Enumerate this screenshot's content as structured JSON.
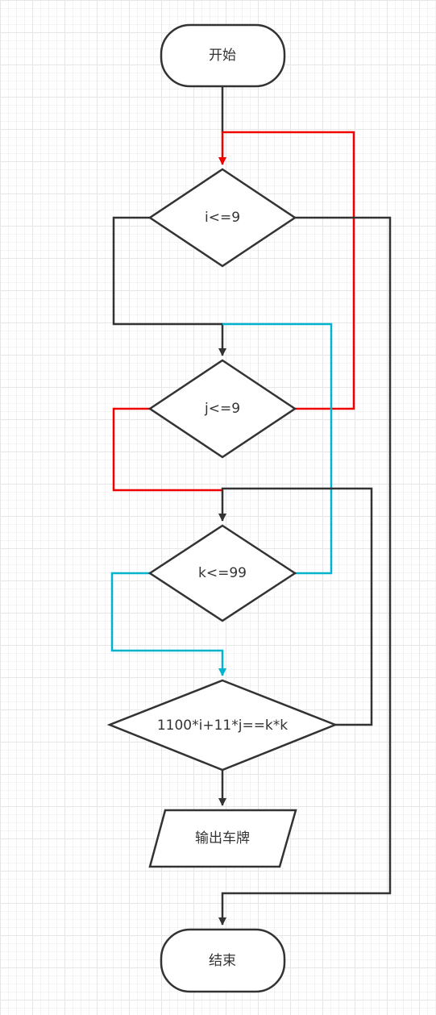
{
  "colors": {
    "stroke": "#333333",
    "red": "#ee0000",
    "cyan": "#00b4d0",
    "grid": "#e6e6e6"
  },
  "nodes": {
    "start": "开始",
    "cond_i": "i<=9",
    "cond_j": "j<=9",
    "cond_k": "k<=99",
    "cond_eq": "1100*i+11*j==k*k",
    "output": "输出车牌",
    "end": "结束"
  }
}
